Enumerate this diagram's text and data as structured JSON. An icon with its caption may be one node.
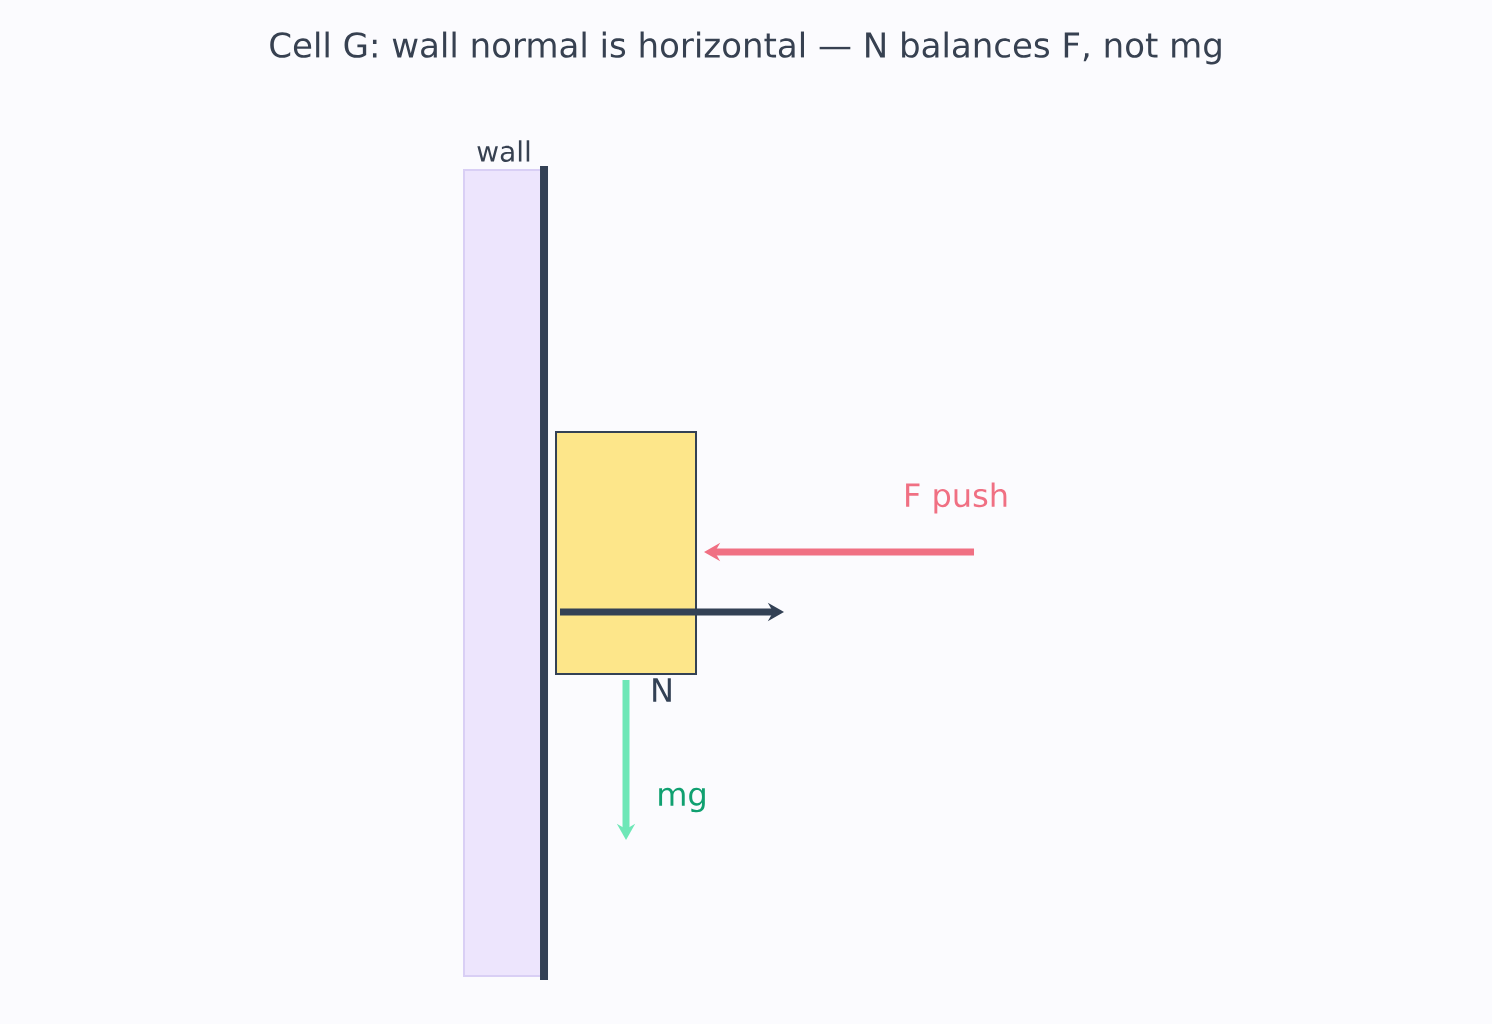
{
  "diagram": {
    "title": "Cell G: wall normal is horizontal — N balances F, not mg",
    "nodes": [
      {
        "text": [
          "wall"
        ]
      },
      {
        "text": [],
        "shape": "box"
      }
    ],
    "labels": [
      "F push",
      "N",
      "mg"
    ]
  }
}
